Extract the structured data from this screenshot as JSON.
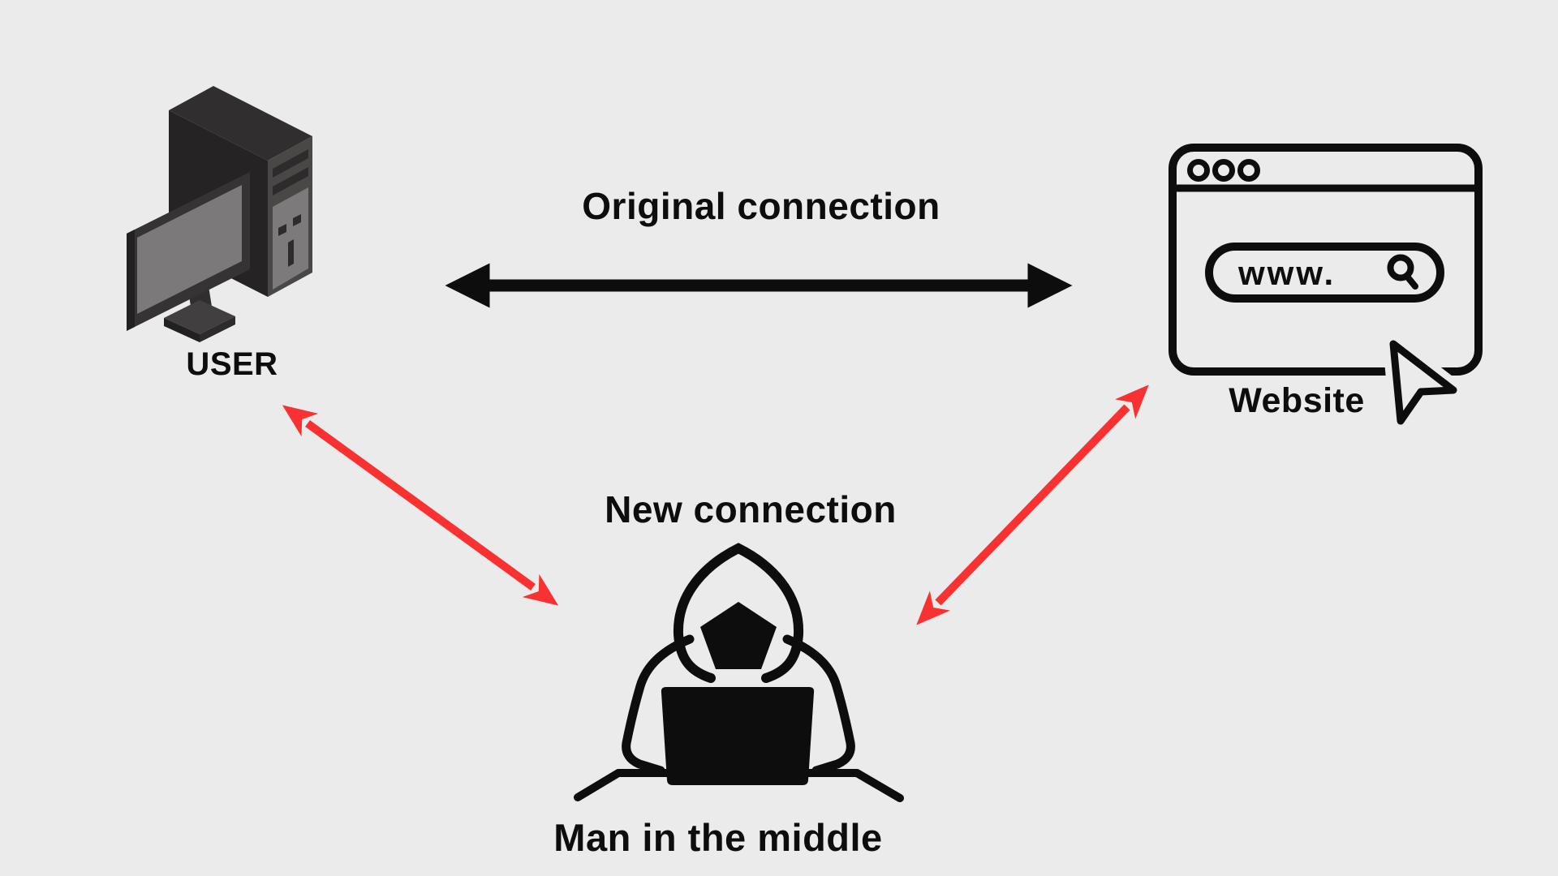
{
  "theme": {
    "background": "#ebebeb",
    "ink": "#0d0d0d",
    "red": "#f93131",
    "computer_grays": {
      "darkest": "#232021",
      "dark": "#2e2b2c",
      "mid": "#4a4747",
      "light_panel": "#7d7a7b"
    }
  },
  "diagram": {
    "user": {
      "label": "USER",
      "icon": "desktop-computer-icon"
    },
    "website": {
      "label": "Website",
      "icon": "browser-window-icon",
      "address_bar_text": "www.",
      "browser_dots_count": 3
    },
    "attacker": {
      "label": "Man in the middle",
      "icon": "hacker-laptop-icon"
    },
    "connections": {
      "original": {
        "label": "Original connection",
        "color": "#0d0d0d",
        "style": "double-headed-arrow",
        "endpoints": [
          "USER",
          "Website"
        ]
      },
      "new": {
        "label": "New connection",
        "color": "#f93131",
        "style": "double-headed-arrow",
        "endpoints": [
          "USER",
          "Man in the middle",
          "Website"
        ]
      }
    }
  }
}
